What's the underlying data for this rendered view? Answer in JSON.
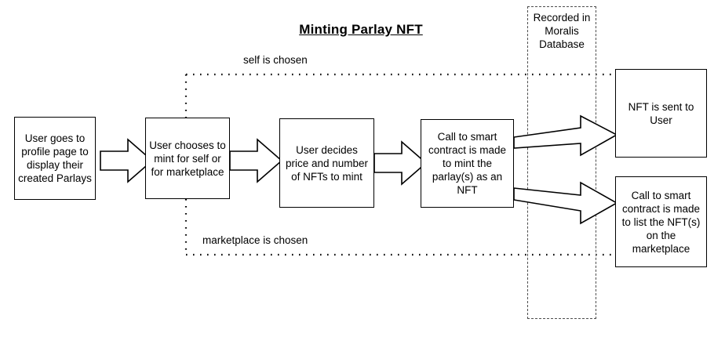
{
  "diagram": {
    "title": "Minting Parlay NFT",
    "type": "flowchart",
    "background_color": "#ffffff",
    "line_color": "#000000",
    "dashed_color": "#4d4d4d",
    "nodes": [
      {
        "id": "profile",
        "label": "User goes to profile page to display their created Parlays"
      },
      {
        "id": "choose",
        "label": "User chooses to mint for self or for marketplace"
      },
      {
        "id": "price",
        "label": "User decides price and number of NFTs to mint"
      },
      {
        "id": "mint_call",
        "label": "Call to smart contract is made to mint the parlay(s) as an NFT"
      },
      {
        "id": "sent_user",
        "label": "NFT is sent to User"
      },
      {
        "id": "list_call",
        "label": "Call to smart contract is made to list the NFT(s) on the marketplace"
      }
    ],
    "regions": [
      {
        "id": "moralis",
        "label": "Recorded in Moralis Database",
        "style": "dashed"
      }
    ],
    "branch_labels": [
      {
        "id": "self",
        "label": "self is chosen"
      },
      {
        "id": "marketplace",
        "label": "marketplace is chosen"
      }
    ]
  }
}
